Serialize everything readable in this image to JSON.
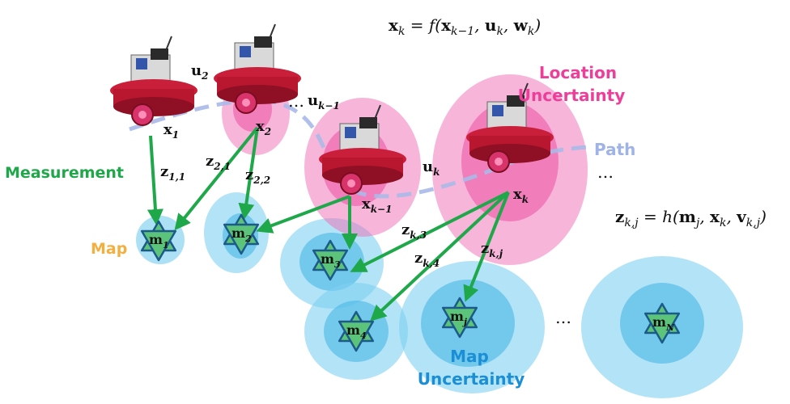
{
  "equations": {
    "motion": {
      "lhs": "x",
      "lhs_sub": "k",
      "rhs": " = f(",
      "a": "x",
      "a_sub": "k−1",
      "b": "u",
      "b_sub": "k",
      "c": "w",
      "c_sub": "k",
      "close": ")"
    },
    "observation": {
      "lhs": "z",
      "lhs_sub": "k,j",
      "rhs": " = h(",
      "a": "m",
      "a_sub": "j",
      "b": "x",
      "b_sub": "k",
      "c": "v",
      "c_sub": "k,j",
      "close": ")"
    }
  },
  "labels": {
    "measurement": "Measurement",
    "map": "Map",
    "location_uncertainty_1": "Location",
    "location_uncertainty_2": "Uncertainty",
    "map_uncertainty_1": "Map",
    "map_uncertainty_2": "Uncertainty",
    "path": "Path",
    "ellipsis": "…"
  },
  "poses": [
    {
      "sym": "x",
      "sub": "1"
    },
    {
      "sym": "x",
      "sub": "2"
    },
    {
      "sym": "x",
      "sub": "k−1"
    },
    {
      "sym": "x",
      "sub": "k"
    }
  ],
  "controls": [
    {
      "sym": "u",
      "sub": "2"
    },
    {
      "sym": "u",
      "sub": "k−1"
    },
    {
      "sym": "u",
      "sub": "k"
    }
  ],
  "measurements": [
    {
      "sym": "z",
      "sub": "1,1"
    },
    {
      "sym": "z",
      "sub": "2,1"
    },
    {
      "sym": "z",
      "sub": "2,2"
    },
    {
      "sym": "z",
      "sub": "k,3"
    },
    {
      "sym": "z",
      "sub": "k,4"
    },
    {
      "sym": "z",
      "sub": "k,j"
    }
  ],
  "landmarks": [
    {
      "sym": "m",
      "sub": "1"
    },
    {
      "sym": "m",
      "sub": "2"
    },
    {
      "sym": "m",
      "sub": "3"
    },
    {
      "sym": "m",
      "sub": "4"
    },
    {
      "sym": "m",
      "sub": "j"
    },
    {
      "sym": "m",
      "sub": "N"
    }
  ],
  "colors": {
    "arrow": "#1fa84a",
    "pink": "#f06bb5",
    "pink_dark": "#ec4ea3",
    "blue": "#7fd0f0",
    "blue_dark": "#4ab8e6",
    "path": "#a9b9e8",
    "star_fill": "#5cc47a",
    "star_stroke": "#1c5a8a",
    "map_label": "#f2b041",
    "location_label": "#ee3e9a",
    "map_unc_label": "#1b8fd6",
    "measurement_label": "#1fa84a",
    "path_label": "#9fb3e6"
  }
}
